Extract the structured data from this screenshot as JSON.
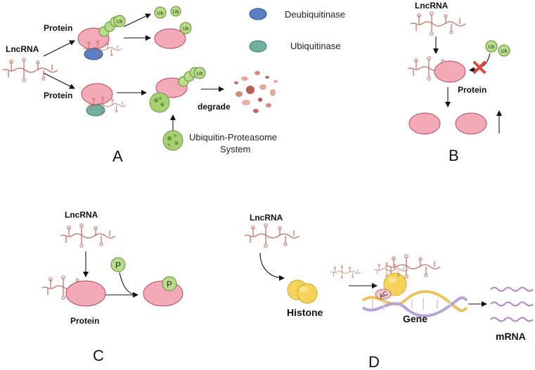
{
  "legend": {
    "deubiquitinase": "Deubiquitinase",
    "ubiquitinase": "Ubiquitinase"
  },
  "labels": {
    "lncrna": "LncRNA",
    "protein": "Protein",
    "ub": "Ub",
    "p": "P",
    "ac": "AC",
    "degrade": "degrade",
    "ups_line1": "Ubiquitin-Proteasome",
    "ups_line2": "System",
    "histone": "Histone",
    "gene": "Gene",
    "mrna": "mRNA"
  },
  "panels": {
    "a": "A",
    "b": "B",
    "c": "C",
    "d": "D"
  },
  "colors": {
    "protein_fill": "#f4a9b8",
    "protein_stroke": "#b04a5c",
    "deubiquitinase": "#5b7fc4",
    "ubiquitinase": "#6fb0a0",
    "ub_fill": "#b9dc8a",
    "proteasome": "#a7cf73",
    "histone": "#f5d25a",
    "rna_line": "#c06a5a",
    "mrna": "#b383c9",
    "block_x": "#e0473b"
  }
}
